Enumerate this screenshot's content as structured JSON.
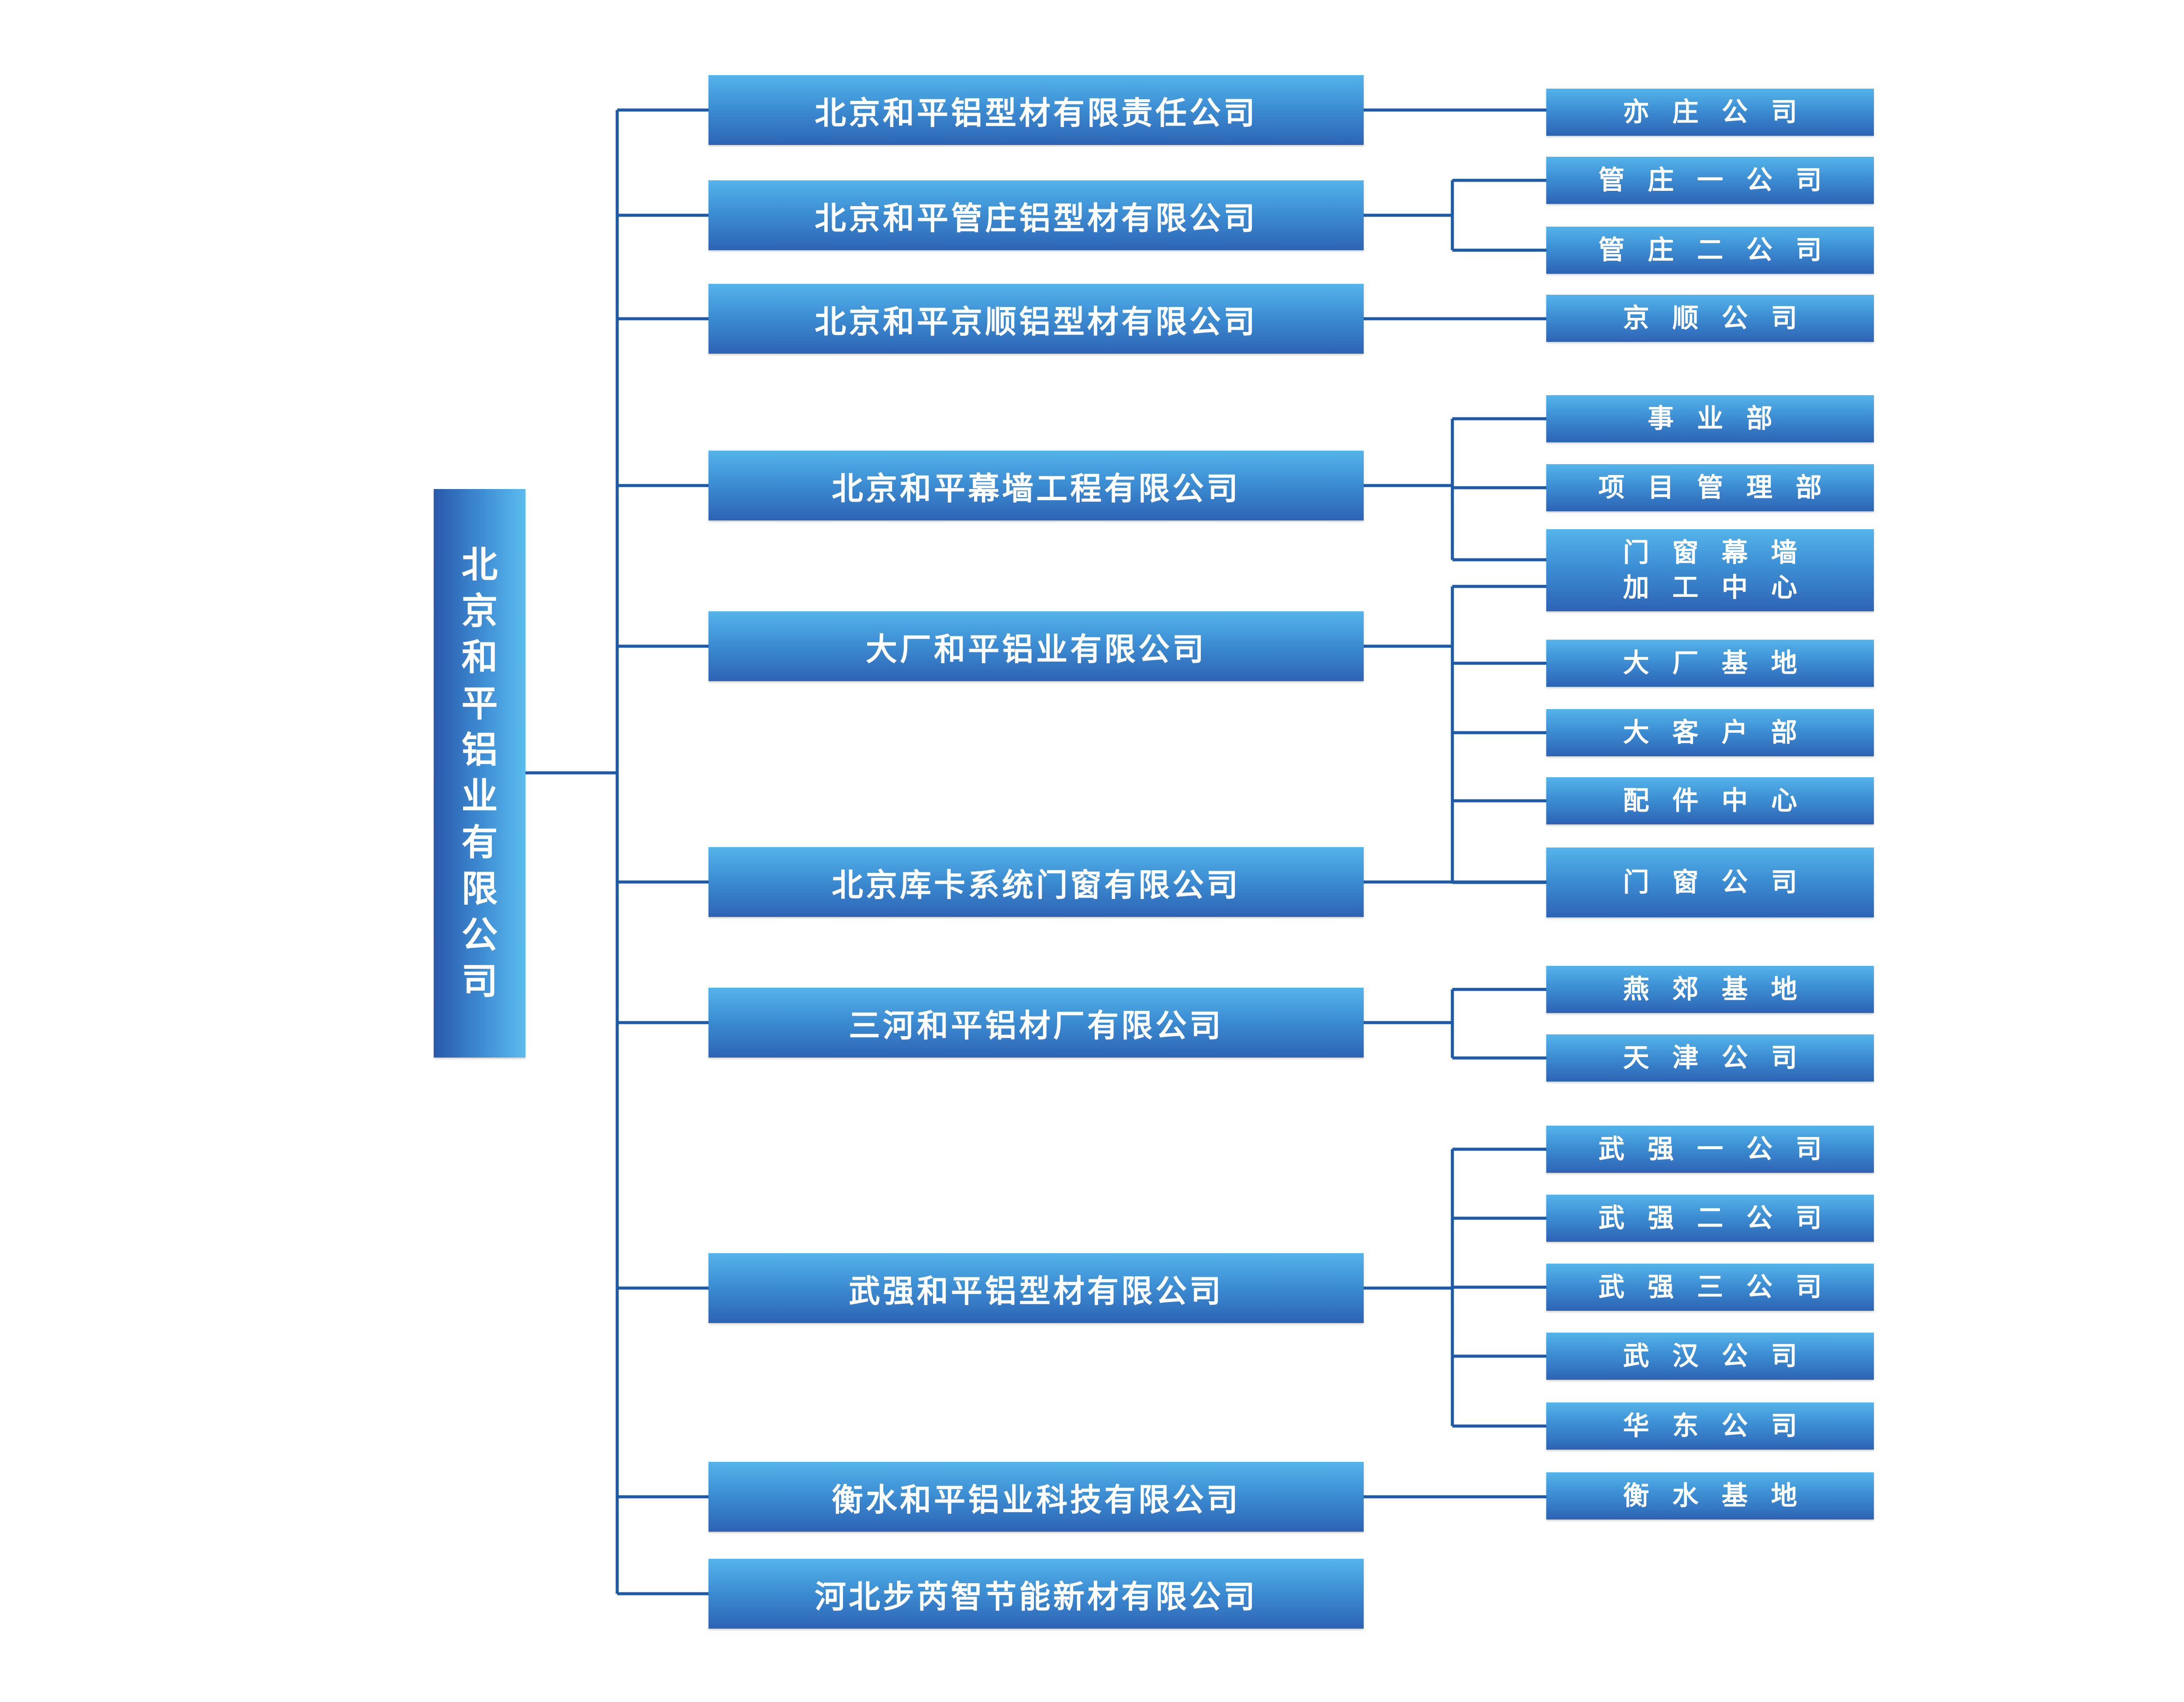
{
  "colors": {
    "line": "#1e5aa5",
    "box_top": "#55b4ea",
    "box_bottom": "#2d63b4"
  },
  "root": {
    "label": "北京和平铝业有限公司"
  },
  "companies": [
    {
      "label": "北京和平铝型材有限责任公司",
      "children": [
        "亦 庄 公 司"
      ]
    },
    {
      "label": "北京和平管庄铝型材有限公司",
      "children": [
        "管 庄 一 公 司",
        "管 庄 二 公 司"
      ]
    },
    {
      "label": "北京和平京顺铝型材有限公司",
      "children": [
        "京 顺 公 司"
      ]
    },
    {
      "label": "北京和平幕墙工程有限公司",
      "children": [
        "事 业 部",
        "项 目 管 理 部",
        "门 窗 幕 墙\n加 工 中 心"
      ]
    },
    {
      "label": "大厂和平铝业有限公司",
      "children": [
        "门 窗 幕 墙\n加 工 中 心",
        "大 厂 基 地",
        "大 客 户 部",
        "配 件 中 心",
        "门 窗 公 司"
      ]
    },
    {
      "label": "北京库卡系统门窗有限公司",
      "children": [
        "门 窗 公 司"
      ]
    },
    {
      "label": "三河和平铝材厂有限公司",
      "children": [
        "燕 郊 基 地",
        "天 津 公 司"
      ]
    },
    {
      "label": "武强和平铝型材有限公司",
      "children": [
        "武 强 一 公 司",
        "武 强 二 公 司",
        "武 强 三 公 司",
        "武 汉 公 司",
        "华 东 公 司"
      ]
    },
    {
      "label": "衡水和平铝业科技有限公司",
      "children": [
        "衡 水 基 地"
      ]
    },
    {
      "label": "河北步芮智节能新材有限公司",
      "children": []
    }
  ],
  "leaves": [
    "亦 庄 公 司",
    "管 庄 一 公 司",
    "管 庄 二 公 司",
    "京 顺 公 司",
    "事 业 部",
    "项 目 管 理 部",
    "门 窗 幕 墙\n加 工 中 心",
    "大 厂 基 地",
    "大 客 户 部",
    "配 件 中 心",
    "门 窗 公 司",
    "燕 郊 基 地",
    "天 津 公 司",
    "武 强 一 公 司",
    "武 强 二 公 司",
    "武 强 三 公 司",
    "武 汉 公 司",
    "华 东 公 司",
    "衡 水 基 地"
  ]
}
